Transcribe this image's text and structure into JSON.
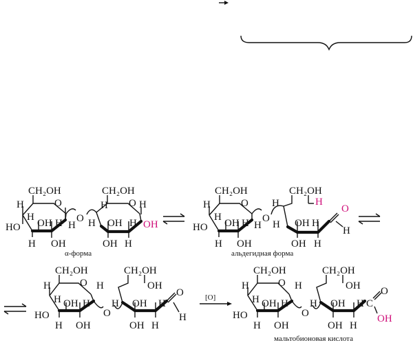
{
  "top_brace": {
    "present": true
  },
  "structures": [
    {
      "caption": "α-форма",
      "labels": {
        "ch2oh": "CH₂OH",
        "h": "H",
        "oh": "OH",
        "ho": "HO",
        "o": "O",
        "oh_pink": "OH"
      }
    },
    {
      "caption": "альдегидная форма",
      "labels": {
        "ch2oh": "CH₂OH",
        "h": "H",
        "oh": "OH",
        "ho": "HO",
        "o": "O",
        "o_pink": "O",
        "h_pink": "H"
      }
    },
    {
      "caption": "",
      "labels": {
        "ch2oh": "CH₂OH",
        "h": "H",
        "oh": "OH",
        "ho": "HO",
        "o": "O"
      }
    },
    {
      "caption": "мальтобионовая кислота",
      "labels": {
        "ch2oh": "CH₂OH",
        "h": "H",
        "oh": "OH",
        "ho": "HO",
        "o": "O",
        "c": "C",
        "oh_pink": "OH"
      }
    }
  ],
  "arrows": {
    "oxidation_label": "[O]"
  }
}
